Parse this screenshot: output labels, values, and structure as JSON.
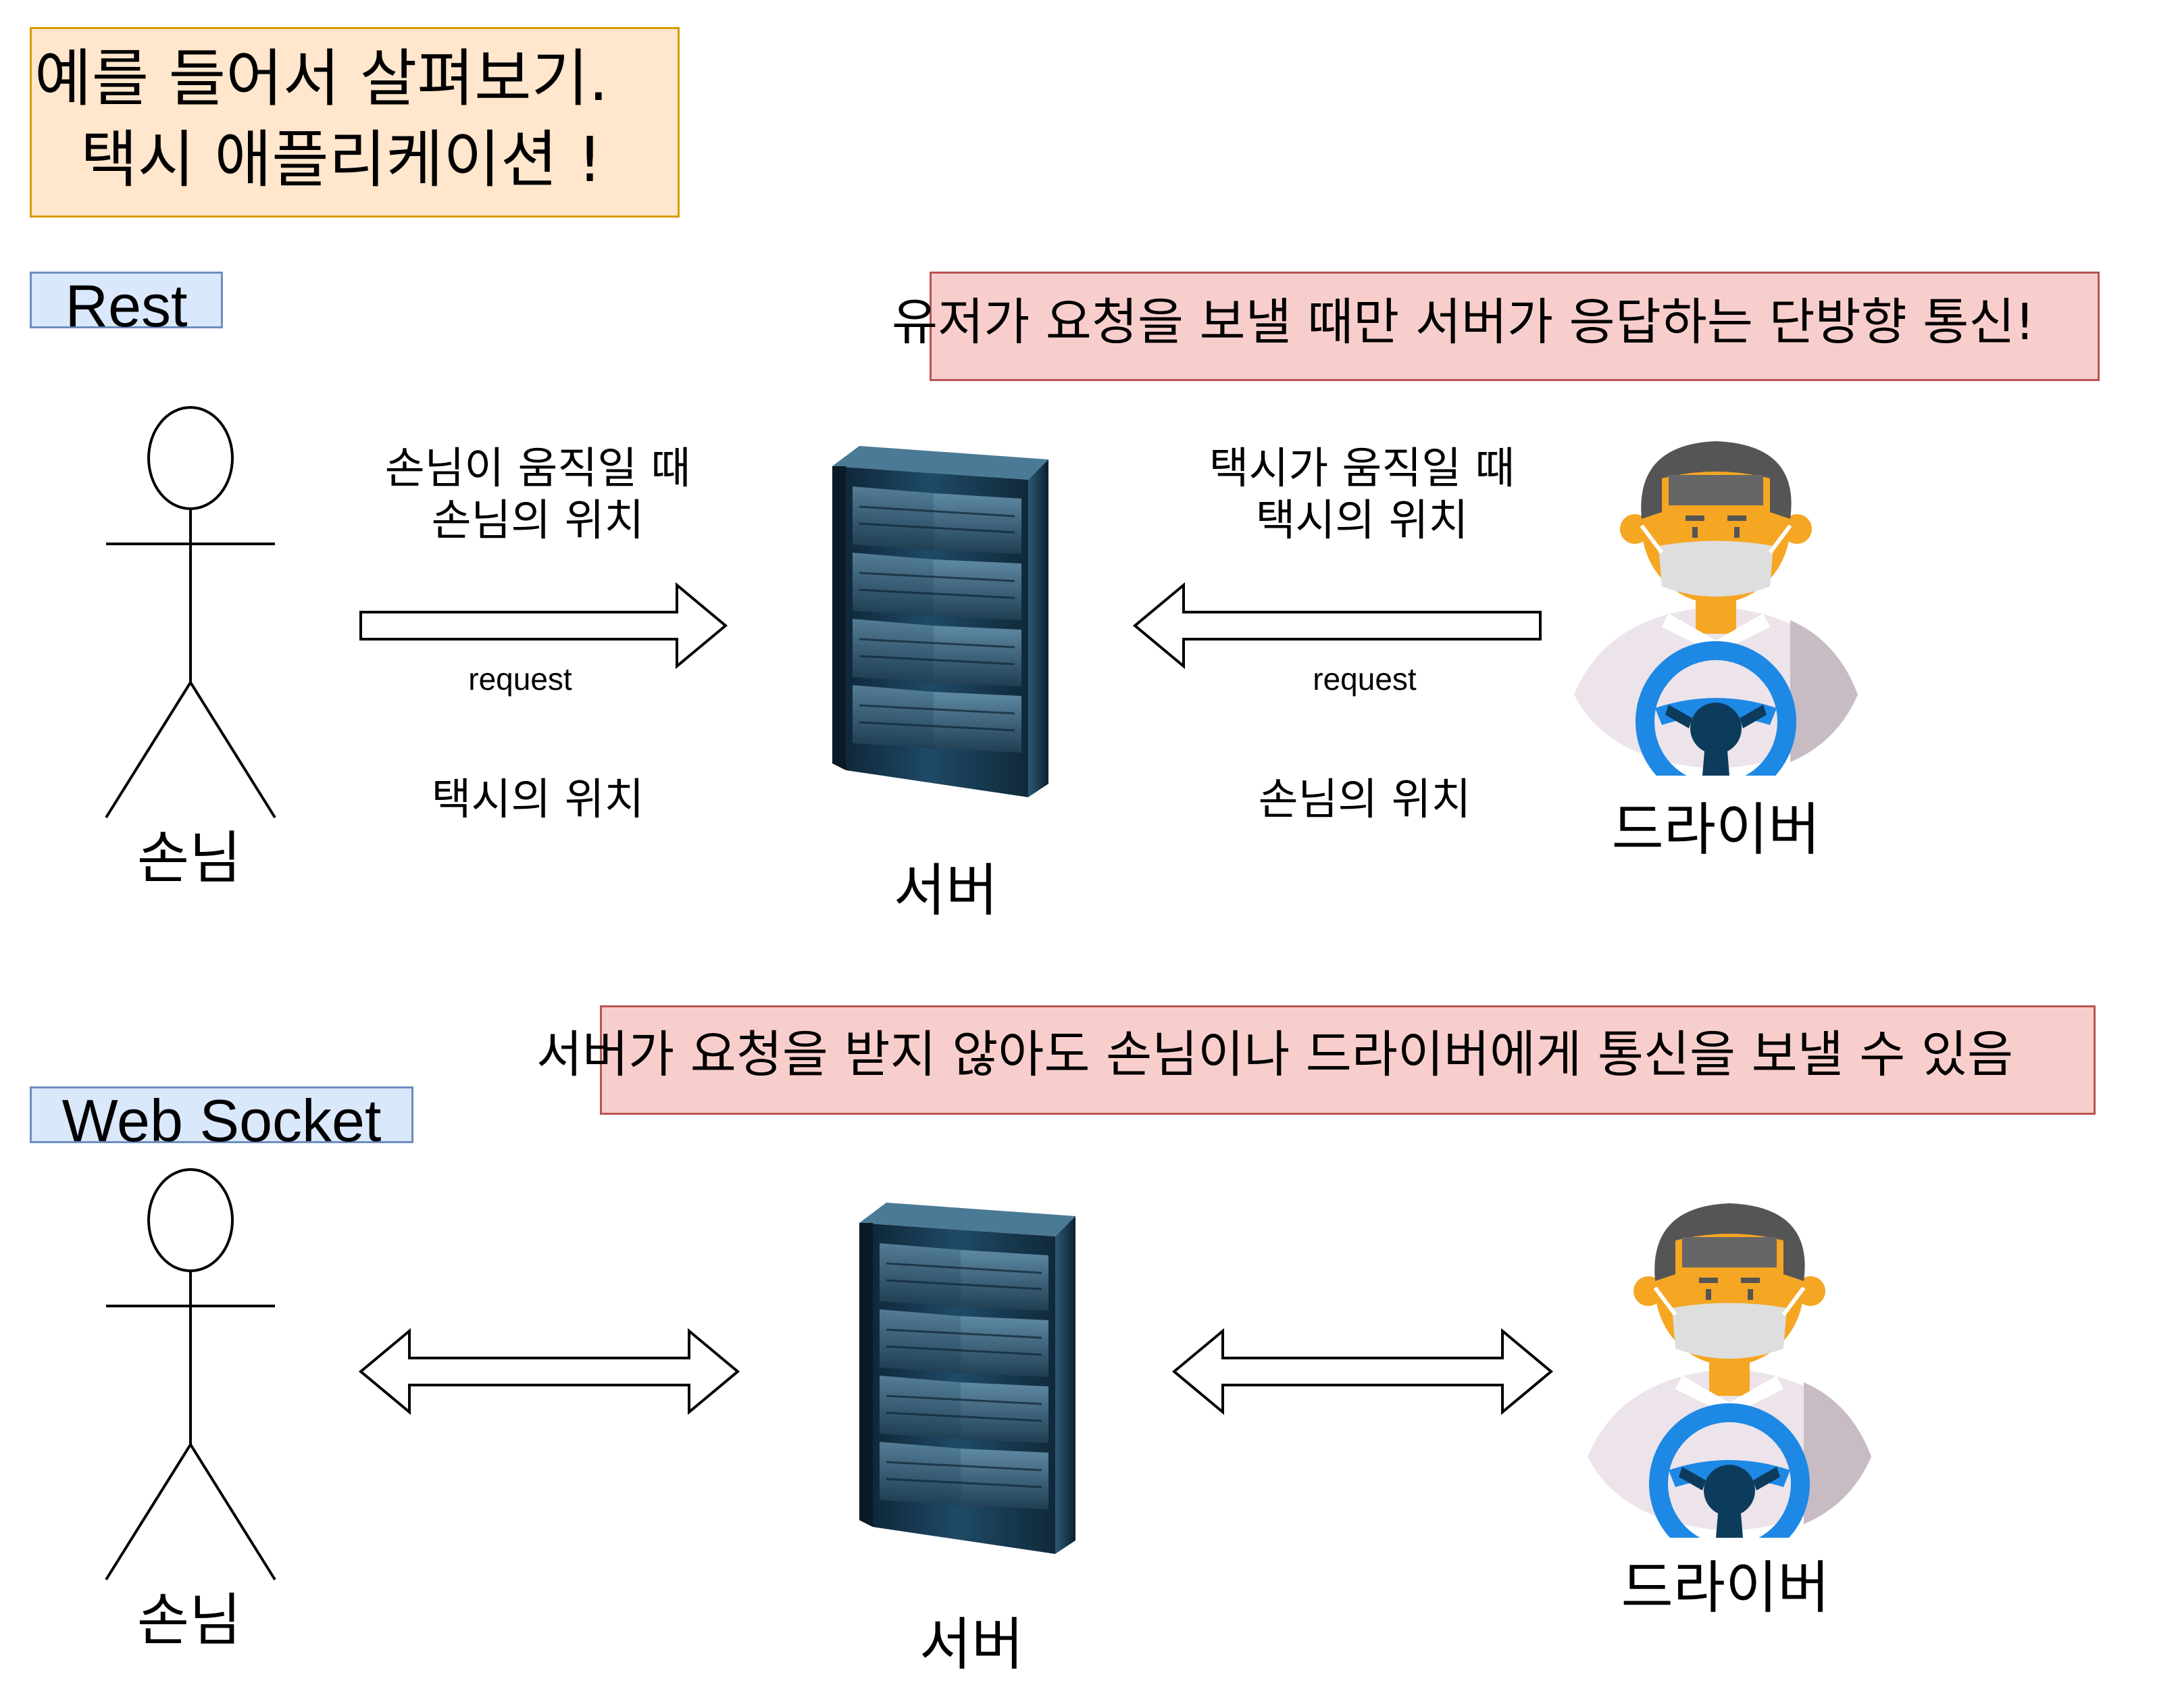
{
  "title": {
    "line1": "예를 들어서 살펴보기.",
    "line2": "택시 애플리케이션 !"
  },
  "rest": {
    "tag": "Rest",
    "note": "유저가 요청을 보낼 때만 서버가 응답하는 단방향 통신!",
    "customer_caption_line1": "손님이 움직일 때",
    "customer_caption_line2": "손님의 위치",
    "customer_request": "request",
    "customer_response": "택시의 위치",
    "driver_caption_line1": "택시가 움직일 때",
    "driver_caption_line2": "택시의 위치",
    "driver_request": "request",
    "driver_response": "손님의 위치",
    "customer_label": "손님",
    "server_label": "서버",
    "driver_label": "드라이버"
  },
  "websocket": {
    "tag": "Web Socket",
    "note": "서버가 요청을 받지 않아도 손님이나 드라이버에게 통신을 보낼 수 있음",
    "customer_label": "손님",
    "server_label": "서버",
    "driver_label": "드라이버"
  },
  "colors": {
    "title_fill": "#ffe6cc",
    "title_stroke": "#d79b00",
    "tag_fill": "#dae8fc",
    "tag_stroke": "#6c8ebf",
    "note_fill": "#f8cecc",
    "note_stroke": "#b85450"
  },
  "icons": [
    "stick-figure-icon",
    "server-rack-icon",
    "taxi-driver-icon",
    "arrow-right-icon",
    "arrow-left-icon",
    "double-arrow-icon"
  ]
}
